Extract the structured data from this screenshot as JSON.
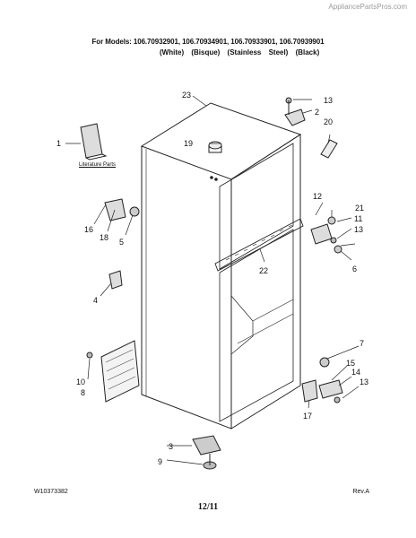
{
  "watermark": "AppliancePartsPros.com",
  "header": {
    "models_line": "For Models: 106.70932901, 106.70934901, 106.70933901, 106.70939901",
    "colors_line": "(White) (Bisque) (Stainless Steel) (Black)"
  },
  "footer": {
    "doc_number": "W10373382",
    "page_number": "12/11",
    "revision": "Rev.A"
  },
  "literature_label": "Literature Parts",
  "callouts": {
    "c1": "1",
    "c2": "2",
    "c3": "3",
    "c4": "4",
    "c5": "5",
    "c6": "6",
    "c7": "7",
    "c8": "8",
    "c9": "9",
    "c10": "10",
    "c11": "11",
    "c12": "12",
    "c13a": "13",
    "c13b": "13",
    "c13c": "13",
    "c14": "14",
    "c15": "15",
    "c16": "16",
    "c17": "17",
    "c18": "18",
    "c19": "19",
    "c20": "20",
    "c21": "21",
    "c22": "22",
    "c23": "23"
  }
}
